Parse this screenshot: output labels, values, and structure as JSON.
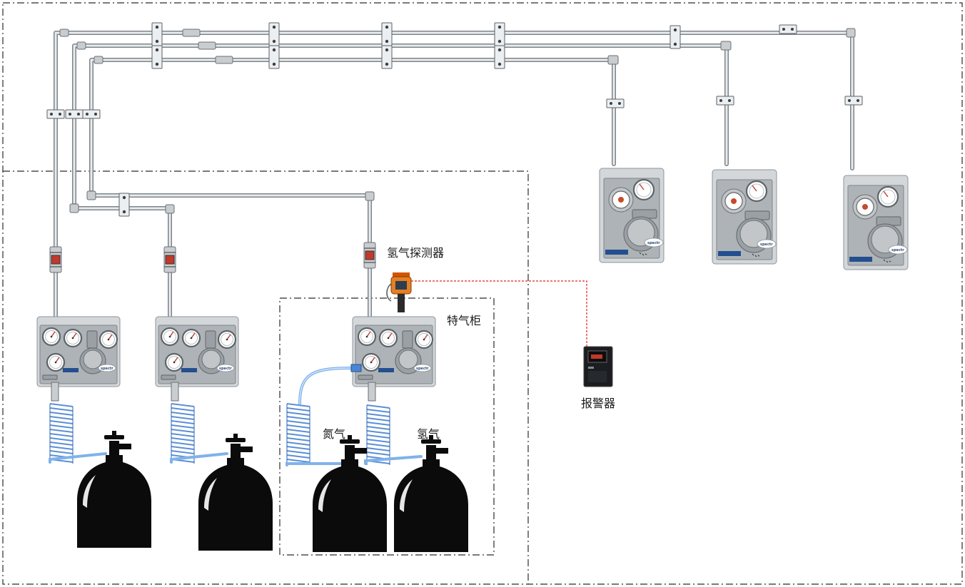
{
  "labels": {
    "hydrogen_detector": "氢气探测器",
    "special_gas_cabinet": "特气柜",
    "alarm": "报警器",
    "nitrogen": "氮气",
    "hydrogen": "氢气"
  },
  "panel_brand": "spectron",
  "colors": {
    "signal_line": "#e2231a",
    "hose": "#5b8fd6",
    "cylinder": "#0b0b0b",
    "pipe": "#7d8489",
    "brand_blue": "#244f8f"
  }
}
